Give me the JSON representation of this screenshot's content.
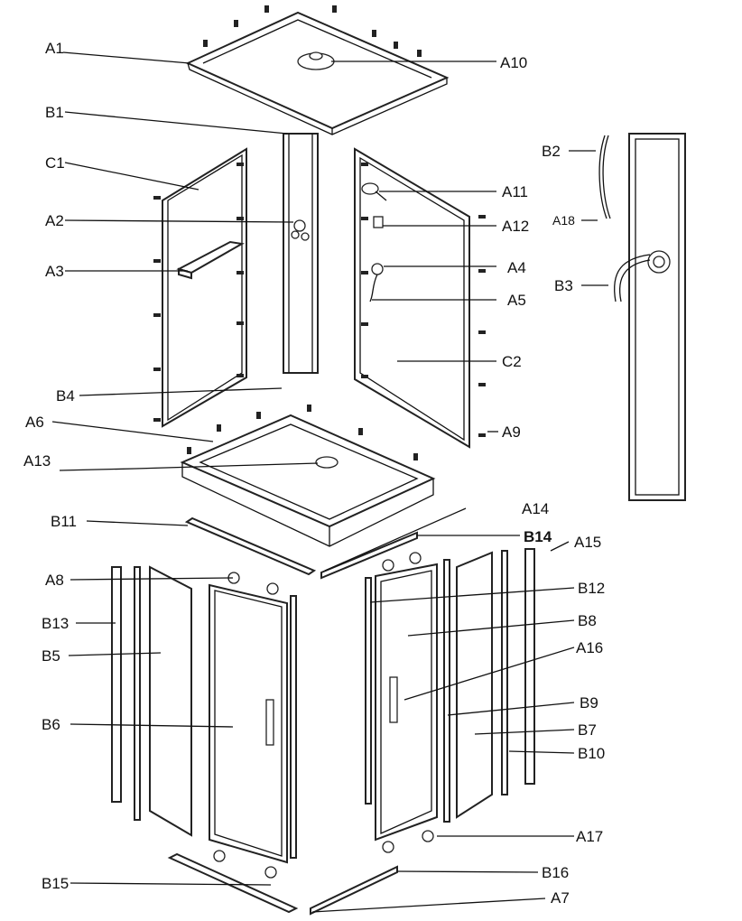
{
  "callouts": [
    {
      "id": "A1",
      "text": "A1"
    },
    {
      "id": "A10",
      "text": "A10"
    },
    {
      "id": "B1",
      "text": "B1"
    },
    {
      "id": "C1",
      "text": "C1"
    },
    {
      "id": "A2",
      "text": "A2"
    },
    {
      "id": "A3",
      "text": "A3"
    },
    {
      "id": "B4",
      "text": "B4"
    },
    {
      "id": "A6",
      "text": "A6"
    },
    {
      "id": "A13",
      "text": "A13"
    },
    {
      "id": "A11",
      "text": "A11"
    },
    {
      "id": "A12",
      "text": "A12"
    },
    {
      "id": "A4",
      "text": "A4"
    },
    {
      "id": "A5",
      "text": "A5"
    },
    {
      "id": "C2",
      "text": "C2"
    },
    {
      "id": "A9",
      "text": "A9"
    },
    {
      "id": "B2",
      "text": "B2"
    },
    {
      "id": "A18",
      "text": "A18"
    },
    {
      "id": "B3",
      "text": "B3"
    },
    {
      "id": "B11",
      "text": "B11"
    },
    {
      "id": "A14",
      "text": "A14"
    },
    {
      "id": "B14",
      "text": "B14"
    },
    {
      "id": "A15",
      "text": "A15"
    },
    {
      "id": "A8",
      "text": "A8"
    },
    {
      "id": "B13",
      "text": "B13"
    },
    {
      "id": "B5",
      "text": "B5"
    },
    {
      "id": "B6",
      "text": "B6"
    },
    {
      "id": "B12",
      "text": "B12"
    },
    {
      "id": "B8",
      "text": "B8"
    },
    {
      "id": "A16",
      "text": "A16"
    },
    {
      "id": "B9",
      "text": "B9"
    },
    {
      "id": "B7",
      "text": "B7"
    },
    {
      "id": "B10",
      "text": "B10"
    },
    {
      "id": "A17",
      "text": "A17"
    },
    {
      "id": "B15",
      "text": "B15"
    },
    {
      "id": "B16",
      "text": "B16"
    },
    {
      "id": "A7",
      "text": "A7"
    }
  ]
}
